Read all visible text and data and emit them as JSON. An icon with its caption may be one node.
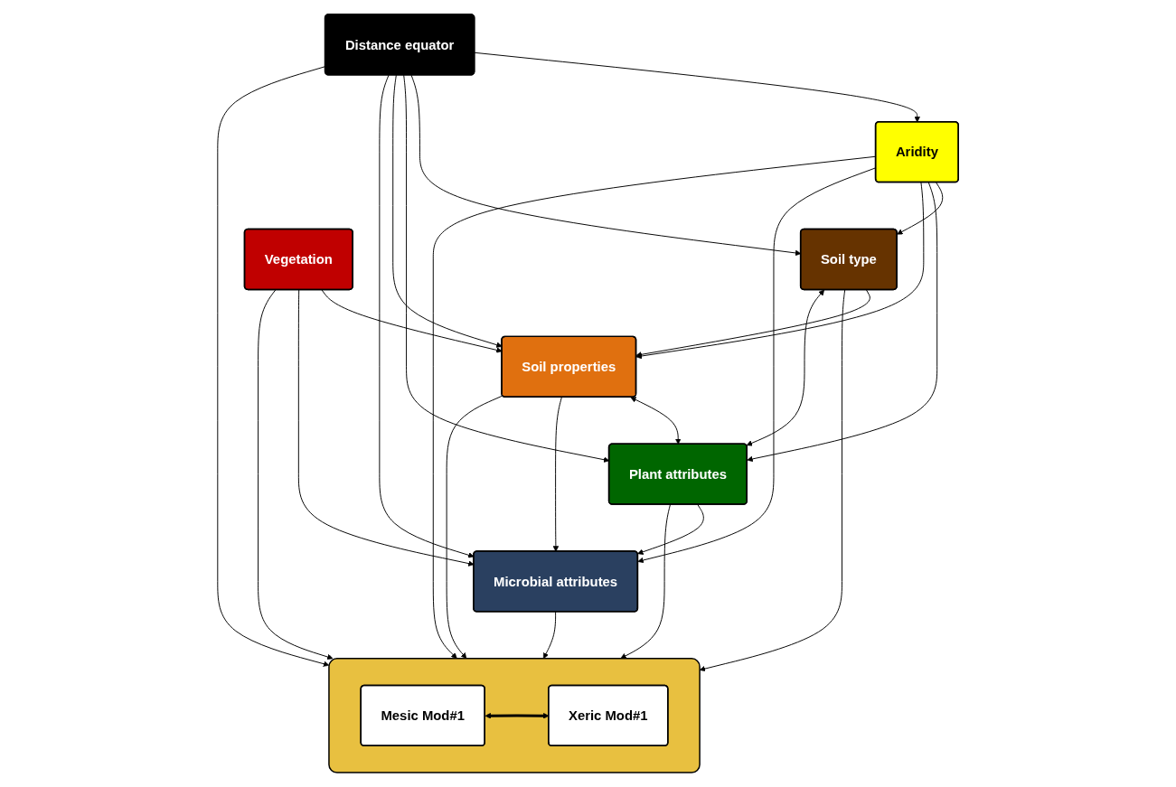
{
  "diagram": {
    "nodes": [
      {
        "text": [
          "Aridity"
        ]
      },
      {
        "text": [
          "Soil type"
        ]
      },
      {
        "text": [
          "Distance equator"
        ]
      },
      {
        "text": [
          "Vegetation"
        ]
      },
      {
        "text": [
          "Plant attributes"
        ]
      },
      {
        "text": [
          "Microbial attributes"
        ]
      },
      {
        "text": [
          "Soil properties"
        ]
      },
      {
        "text": [],
        "shape": "box"
      },
      {
        "text": [
          "Mesic Mod#1"
        ],
        "in": 7
      },
      {
        "text": [
          "Xeric Mod#1"
        ],
        "in": 7
      }
    ],
    "edges": [
      {
        "from": 2,
        "to": 0,
        "arrow": "to"
      },
      {
        "from": 0,
        "to": 1,
        "arrow": "to"
      },
      {
        "from": 2,
        "to": 1,
        "arrow": "to"
      },
      {
        "from": 0,
        "to": 4,
        "arrow": "to"
      },
      {
        "from": 0,
        "to": 6,
        "arrow": "to"
      },
      {
        "from": 0,
        "to": 5,
        "arrow": "to"
      },
      {
        "from": 0,
        "to": 7,
        "arrow": "to"
      },
      {
        "from": 4,
        "to": 1,
        "arrow": "both"
      },
      {
        "from": 1,
        "to": 7,
        "arrow": "to"
      },
      {
        "from": 1,
        "to": 6,
        "arrow": "to"
      },
      {
        "from": 3,
        "to": 6,
        "arrow": "to"
      },
      {
        "from": 3,
        "to": 7,
        "arrow": "to"
      },
      {
        "from": 3,
        "to": 5,
        "arrow": "to"
      },
      {
        "from": 2,
        "to": 4,
        "arrow": "to"
      },
      {
        "from": 2,
        "to": 6,
        "arrow": "to"
      },
      {
        "from": 2,
        "to": 5,
        "arrow": "to"
      },
      {
        "from": 2,
        "to": 7,
        "arrow": "to"
      },
      {
        "from": 4,
        "to": 5,
        "arrow": "to"
      },
      {
        "from": 6,
        "to": 4,
        "arrow": "both"
      },
      {
        "from": 6,
        "to": 5,
        "arrow": "to"
      },
      {
        "from": 4,
        "to": 7,
        "arrow": "to"
      },
      {
        "from": 6,
        "to": 7,
        "arrow": "to"
      },
      {
        "from": 5,
        "to": 7,
        "arrow": "to"
      },
      {
        "from": 8,
        "to": 9,
        "arrow": "both",
        "style": "thick"
      }
    ]
  }
}
